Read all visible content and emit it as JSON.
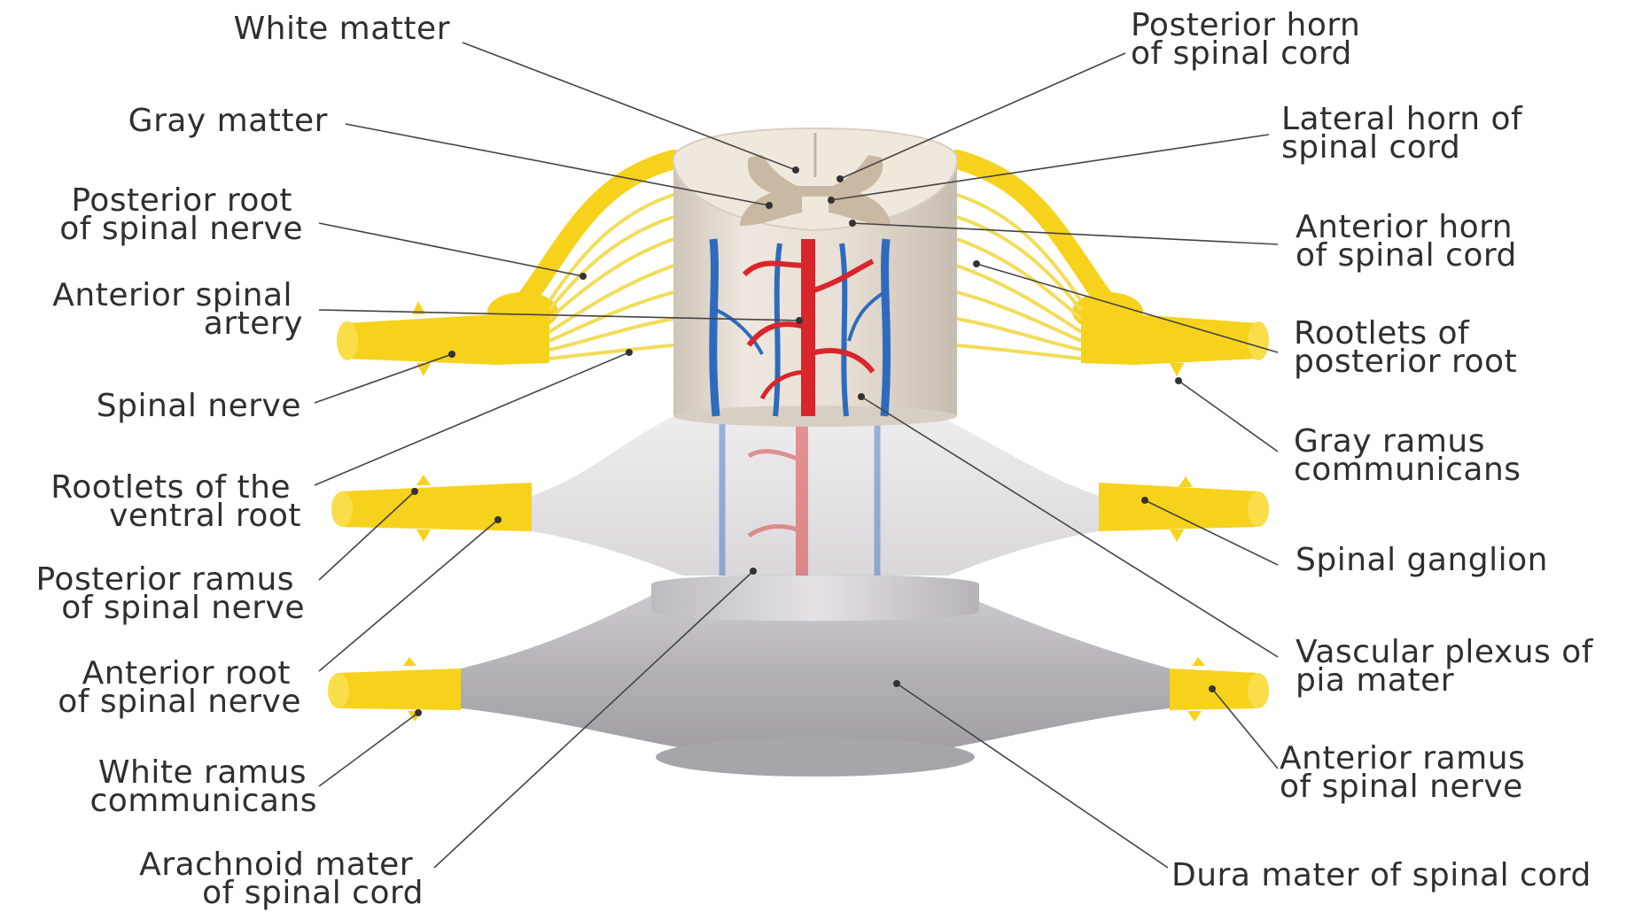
{
  "diagram": {
    "labels": {
      "white_matter": [
        "White matter"
      ],
      "gray_matter": [
        "Gray matter"
      ],
      "posterior_root": [
        "Posterior root",
        "of spinal nerve"
      ],
      "anterior_spinal_artery": [
        "Anterior spinal",
        "artery"
      ],
      "spinal_nerve": [
        "Spinal nerve"
      ],
      "rootlets_ventral": [
        "Rootlets of the",
        "ventral root"
      ],
      "posterior_ramus": [
        "Posterior ramus",
        "of spinal nerve"
      ],
      "anterior_root": [
        "Anterior root",
        "of spinal nerve"
      ],
      "white_ramus": [
        "White ramus",
        "communicans"
      ],
      "arachnoid": [
        "Arachnoid mater",
        "of spinal cord"
      ],
      "posterior_horn": [
        "Posterior horn",
        "of spinal cord"
      ],
      "lateral_horn": [
        "Lateral horn of",
        "spinal cord"
      ],
      "anterior_horn": [
        "Anterior horn",
        "of spinal cord"
      ],
      "rootlets_posterior": [
        "Rootlets of",
        "posterior root"
      ],
      "gray_ramus": [
        "Gray ramus",
        "communicans"
      ],
      "spinal_ganglion": [
        "Spinal ganglion"
      ],
      "vascular_plexus": [
        "Vascular plexus of",
        "pia mater"
      ],
      "anterior_ramus": [
        "Anterior ramus",
        "of spinal nerve"
      ],
      "dura_mater": [
        "Dura mater of spinal cord"
      ]
    },
    "colors": {
      "nerve": "#f7d21c",
      "nerve_light": "#fbe76a",
      "artery": "#d8262a",
      "vein": "#2f6bbd",
      "cord": "#e6ddd3",
      "gray_matter": "#c9b9a3",
      "dura": "#b9b7bb",
      "arachnoid": "#d9d6d8"
    }
  }
}
